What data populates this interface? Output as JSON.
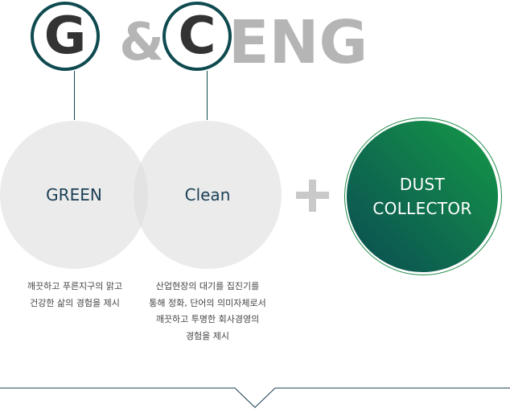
{
  "logo": {
    "letter_g": "G",
    "ampersand": "&",
    "letter_c": "C",
    "suffix": "ENG"
  },
  "circles": {
    "green": {
      "label": "GREEN"
    },
    "clean": {
      "label": "Clean"
    }
  },
  "descriptions": {
    "green": [
      "깨끗하고 푸른지구의 맑고",
      "건강한 삶의 경험을 제시"
    ],
    "clean": [
      "산업현장의 대기를 집진기를",
      "통해 정화, 단어의 의미자체로서",
      "깨끗하고 투명한 회사경영의",
      "경험을 제시"
    ]
  },
  "product": {
    "line1": "DUST",
    "line2": "COLLECTOR"
  },
  "colors": {
    "ring": "#0e4a4f",
    "gray_text": "#b5b5b5",
    "circle_fill": "#ebebeb",
    "gradient_start": "#0a4c52",
    "gradient_end": "#159a46"
  }
}
